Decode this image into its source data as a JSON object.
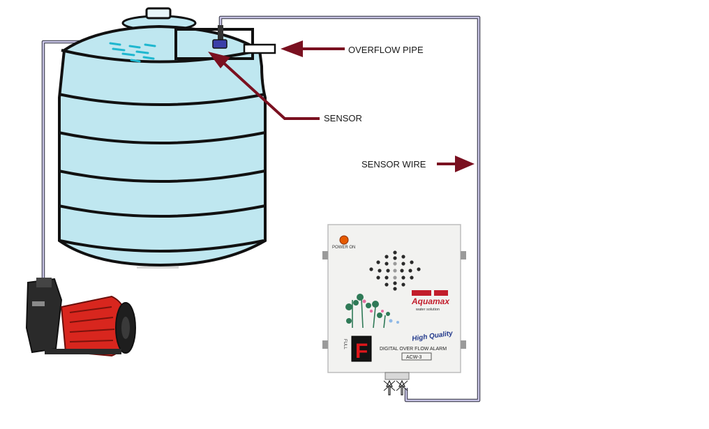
{
  "labels": {
    "overflow_pipe": "OVERFLOW PIPE",
    "sensor": "SENSOR",
    "sensor_wire": "SENSOR WIRE"
  },
  "alarm": {
    "power_label": "POWER ON",
    "brand": "Aquamax",
    "brand_tagline": "water solution",
    "quality": "High Quality",
    "product_title": "DIGITAL OVER FLOW ALARM",
    "model": "ACW-3",
    "display_char": "F",
    "full_label": "FULL"
  },
  "colors": {
    "tank_fill": "#bfe7f0",
    "pipe": "#c9c5e6",
    "arrow": "#7a1020",
    "led": "#e65a00",
    "display": "#e0161b",
    "pump_red": "#d8261e"
  }
}
